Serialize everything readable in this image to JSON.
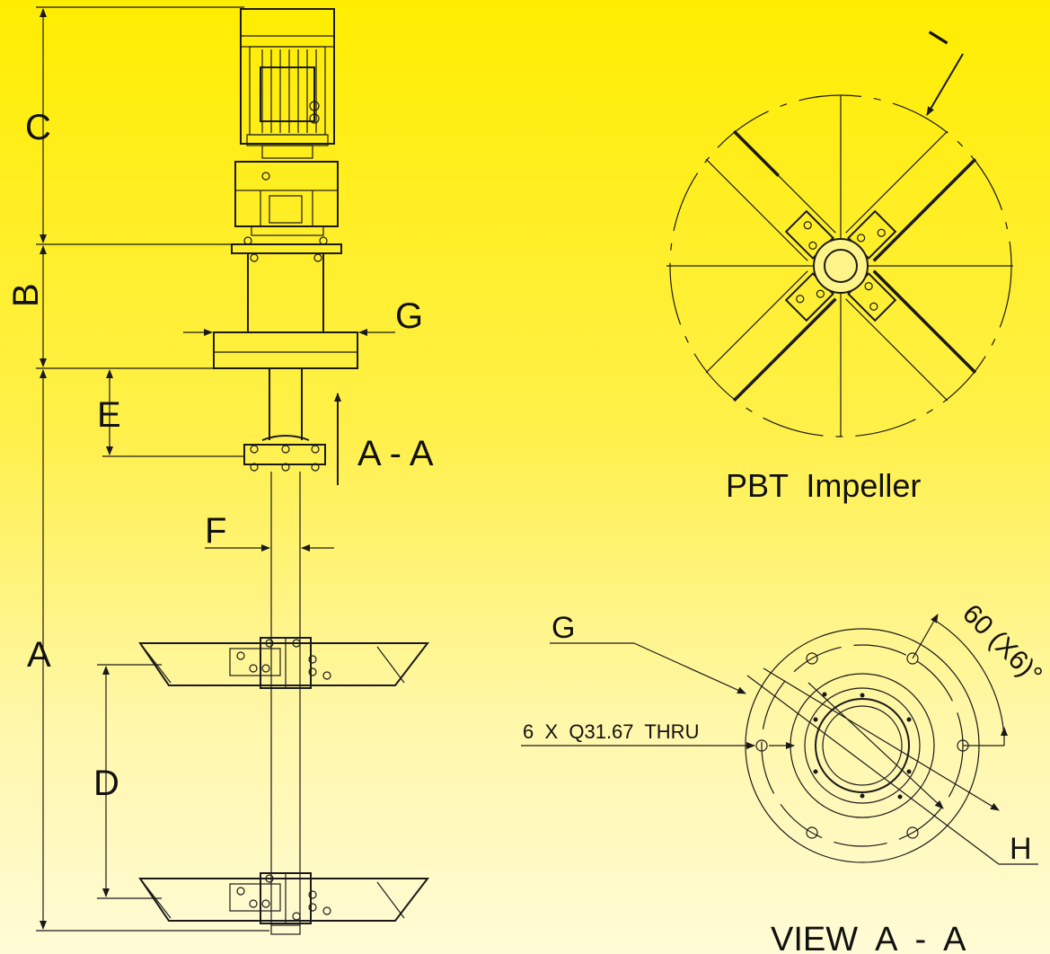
{
  "dimension_labels": {
    "a": "A",
    "b": "B",
    "c": "C",
    "d": "D",
    "e": "E",
    "f": "F",
    "g": "G",
    "h": "H"
  },
  "section_marker": "A - A",
  "impeller_caption": "PBT  Impeller",
  "detail_callout": "I",
  "hole_callout": "6  X  Q31.67  THRU",
  "angle_callout": "60 (X6)°",
  "view_caption": "VIEW  A  -  A",
  "colors": {
    "background_top": "#ffed00",
    "background_bottom": "#fffbd6",
    "line": "#1a1a1a"
  }
}
